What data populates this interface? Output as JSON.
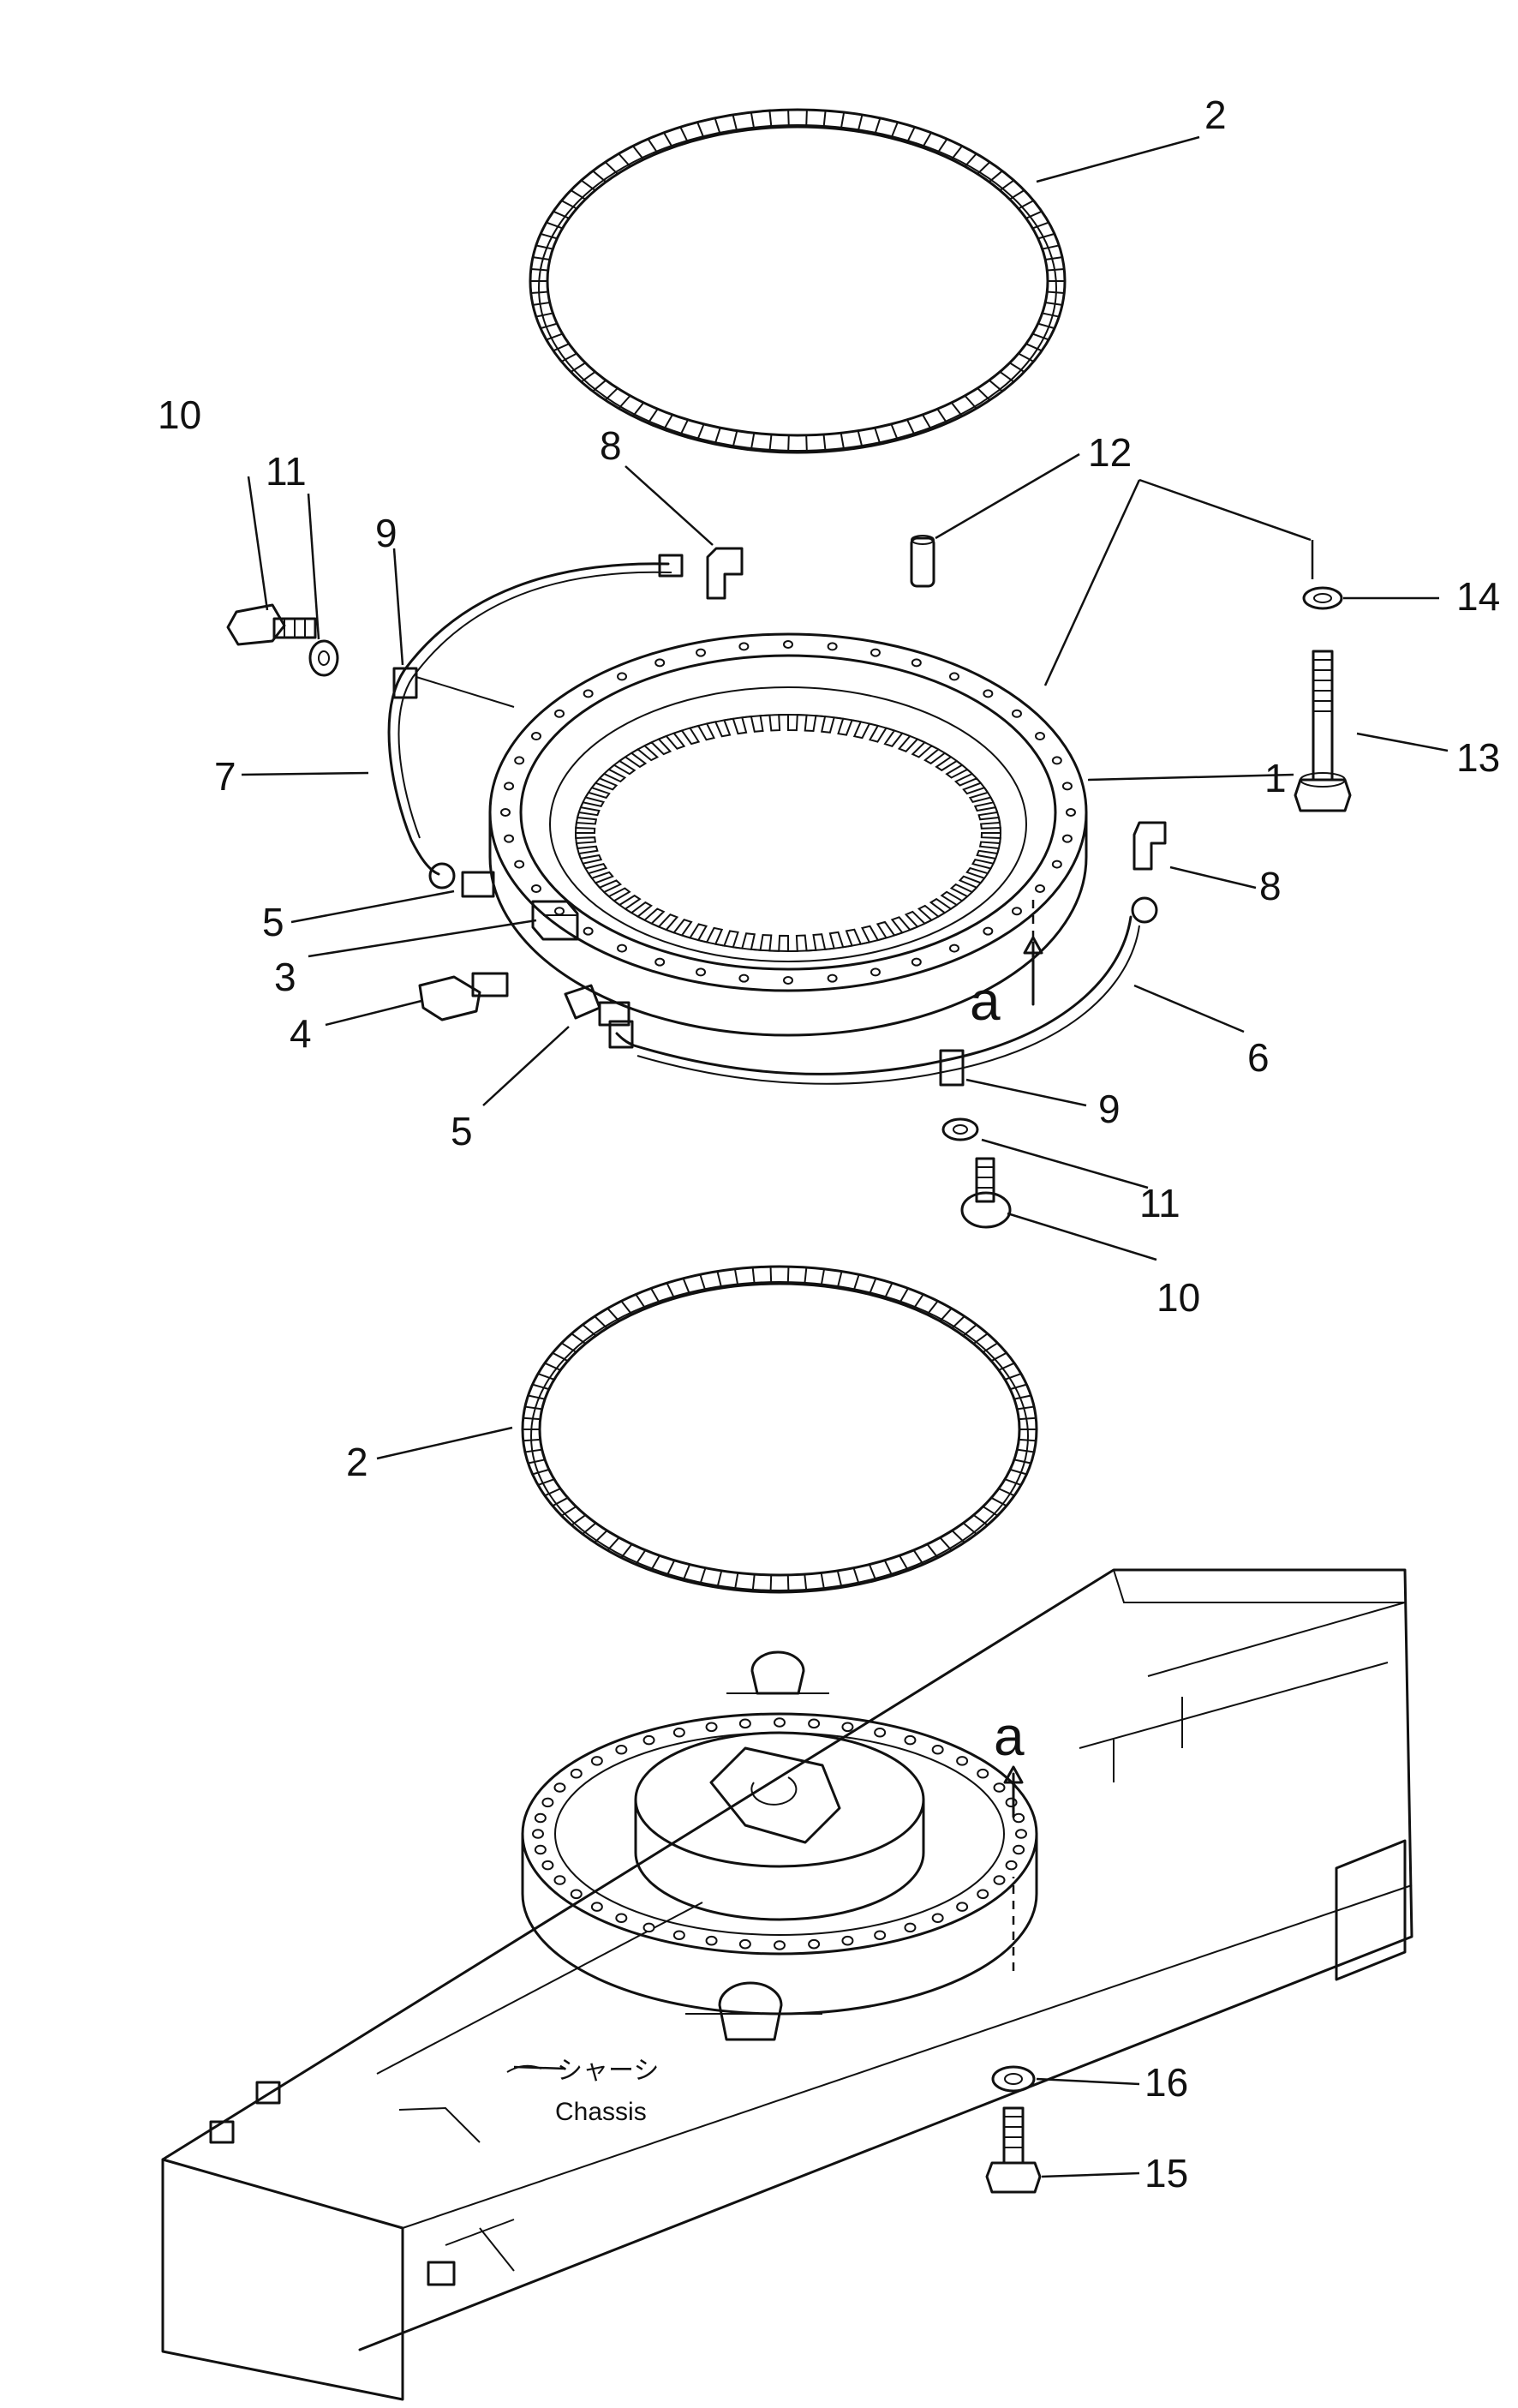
{
  "callouts": {
    "c1": "1",
    "c2_top": "2",
    "c2_bottom": "2",
    "c3": "3",
    "c4": "4",
    "c5_upper": "5",
    "c5_lower": "5",
    "c6": "6",
    "c7": "7",
    "c8_upper": "8",
    "c8_right": "8",
    "c9_left": "9",
    "c9_lower": "9",
    "c10_left": "10",
    "c10_lower": "10",
    "c11_left": "11",
    "c11_lower": "11",
    "c12": "12",
    "c13": "13",
    "c14": "14",
    "c15": "15",
    "c16": "16"
  },
  "view_markers": {
    "a_upper": "a",
    "a_lower": "a"
  },
  "annotations": {
    "chassis_jp": "シャーシ",
    "chassis_en": "Chassis"
  }
}
